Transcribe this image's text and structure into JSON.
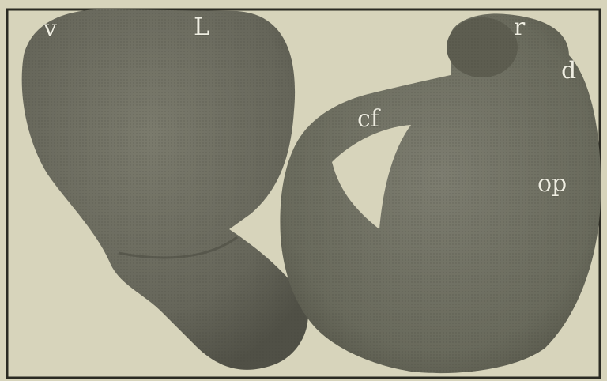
{
  "labels": {
    "v": "v",
    "L": "L",
    "r": "r",
    "d": "d",
    "cf": "cf",
    "op": "op"
  },
  "colors": {
    "background": "#d7d4bb",
    "tissue_dark": "#5f5f4f",
    "tissue_mid": "#76766a",
    "label_text": "#efeee2",
    "border": "#1b1b16"
  }
}
